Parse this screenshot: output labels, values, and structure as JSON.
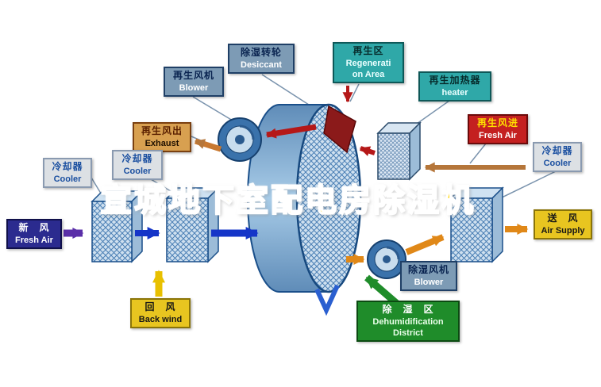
{
  "title": {
    "text": "宣城地下室配电房除湿机"
  },
  "labels": {
    "desiccant": {
      "cn": "除湿转轮",
      "en": "Desiccant"
    },
    "regen_area": {
      "cn": "再生区",
      "en_line1": "Regenerati",
      "en_line2": "on Area"
    },
    "regen_blower": {
      "cn": "再生风机",
      "en": "Blower"
    },
    "regen_heater": {
      "cn": "再生加热器",
      "en": "heater"
    },
    "exhaust": {
      "cn": "再生风出",
      "en": "Exhaust"
    },
    "cooler_left_outer": {
      "cn": "冷却器",
      "en": "Cooler"
    },
    "cooler_left_inner": {
      "cn": "冷却器",
      "en": "Cooler"
    },
    "regen_fresh_air": {
      "cn": "再生风进",
      "en": "Fresh Air"
    },
    "cooler_right": {
      "cn": "冷却器",
      "en": "Cooler"
    },
    "fresh_air_in": {
      "cn": "新　风",
      "en": "Fresh Air"
    },
    "back_wind": {
      "cn": "回　风",
      "en": "Back wind"
    },
    "air_supply": {
      "cn": "送　风",
      "en": "Air Supply"
    },
    "dehumid_blower": {
      "cn": "除湿风机",
      "en": "Blower"
    },
    "dehumid_district": {
      "cn": "除　湿　区",
      "en_line1": "Dehumidification",
      "en_line2": "District"
    }
  },
  "palette": {
    "steel_box_bg": "#7D9BB5",
    "teal_box_bg": "#2FA8A8",
    "tan_box_bg": "#D8A050",
    "gray_box_bg": "#DCE0E4",
    "red_box_bg": "#C42020",
    "navy_box_bg": "#2B2B8F",
    "yellow_box_bg": "#E8C520",
    "green_box_bg": "#1F8C2A",
    "title_color": "#FFD400",
    "wheel_blue": "#7FA8CC",
    "regen_sector_red": "#8B1A1A",
    "arrow_red": "#B51818",
    "arrow_blue": "#1535C8",
    "arrow_purple": "#5A2FA8",
    "arrow_orange": "#E08818",
    "arrow_yellow": "#E8C000",
    "arrow_green": "#1F8C2A",
    "arrow_tan": "#B5763A"
  }
}
